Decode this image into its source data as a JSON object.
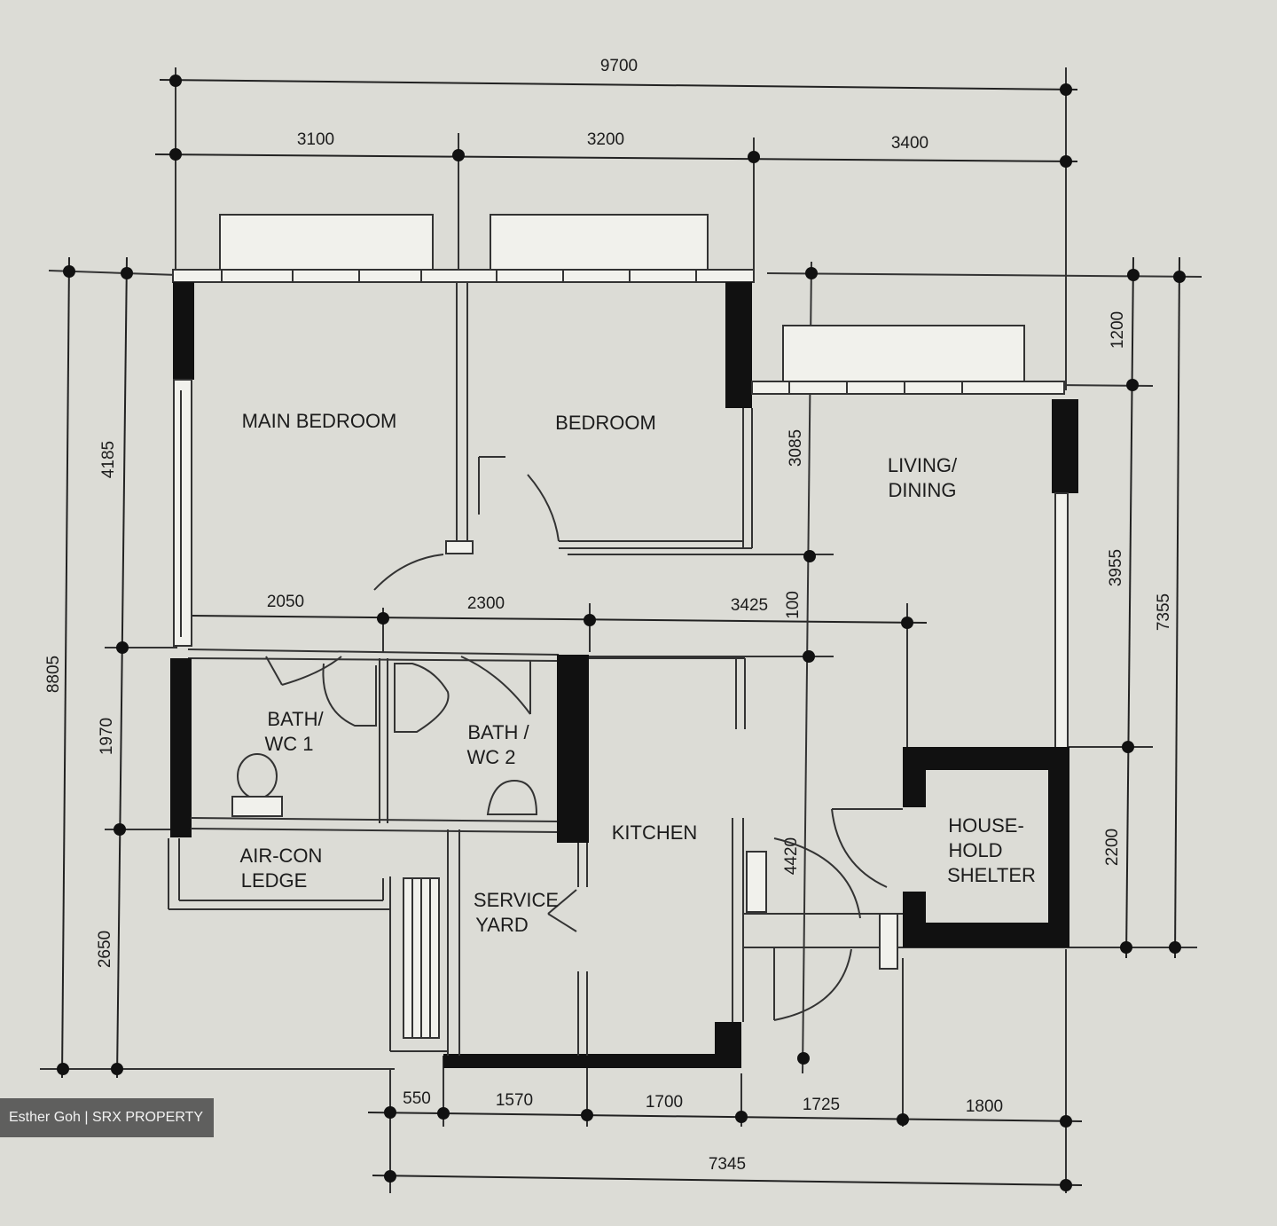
{
  "rooms": {
    "main_bedroom": "MAIN BEDROOM",
    "bedroom": "BEDROOM",
    "living_line1": "LIVING/",
    "living_line2": "DINING",
    "bath1_line1": "BATH/",
    "bath1_line2": "WC 1",
    "bath2_line1": "BATH /",
    "bath2_line2": "WC 2",
    "kitchen": "KITCHEN",
    "aircon_line1": "AIR-CON",
    "aircon_line2": "LEDGE",
    "service_line1": "SERVICE",
    "service_line2": "YARD",
    "shelter_line1": "HOUSE-",
    "shelter_line2": "HOLD",
    "shelter_line3": "SHELTER"
  },
  "dimensions": {
    "top_total": "9700",
    "top_a": "3100",
    "top_b": "3200",
    "top_c": "3400",
    "left_total": "8805",
    "left_a": "4185",
    "left_b": "1970",
    "left_c": "2650",
    "inner_a": "2050",
    "inner_b": "2300",
    "inner_c": "3425",
    "inner_v1": "3085",
    "inner_v2": "100",
    "inner_v3": "4420",
    "right_a": "1200",
    "right_b": "3955",
    "right_c": "2200",
    "right_total": "7355",
    "bottom_a": "550",
    "bottom_b": "1570",
    "bottom_c": "1700",
    "bottom_d": "1725",
    "bottom_e": "1800",
    "bottom_total": "7345"
  },
  "watermark": "Esther Goh | SRX PROPERTY"
}
